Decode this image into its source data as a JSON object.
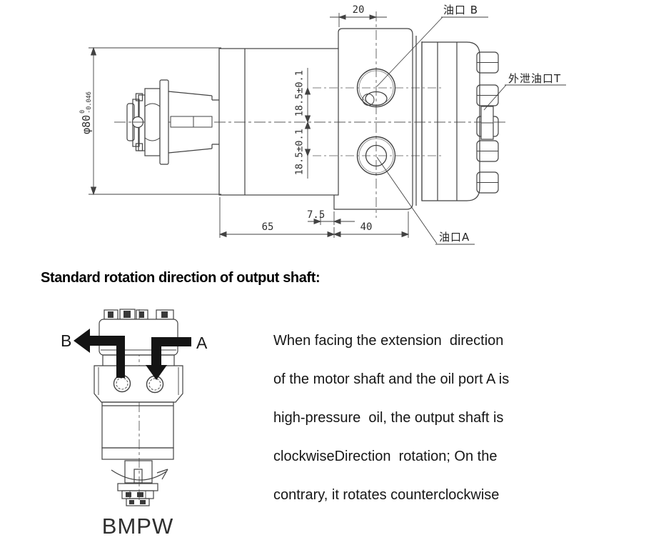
{
  "drawing": {
    "dim_top_width": "20",
    "dim_shaft_dia": "φ80",
    "dim_shaft_dia_tol_upper": "0",
    "dim_shaft_dia_tol_lower": "-0.046",
    "dim_port_upper_offset": "18.5±0.1",
    "dim_port_lower_offset": "18.5±0.1",
    "dim_step": "7.5",
    "dim_body_length": "65",
    "dim_rear_length": "40",
    "label_oil_port_b": "油口 B",
    "label_oil_port_a": "油口A",
    "label_drain_port_t": "外泄油口T"
  },
  "section": {
    "heading": "Standard rotation direction of output shaft:"
  },
  "rotation_figure": {
    "label_port_b": "B",
    "label_port_a": "A",
    "model_name": "BMPW"
  },
  "description": {
    "lines": [
      "When facing the extension  direction",
      "of the motor shaft and the oil port A is",
      "high-pressure  oil, the output shaft is",
      "clockwiseDirection  rotation; On the",
      "contrary, it rotates counterclockwise"
    ]
  },
  "colors": {
    "drawing_line": "#424242",
    "centerline": "#5a5a5a",
    "flow_arrow": "#141414",
    "text": "#1a1a1a"
  }
}
